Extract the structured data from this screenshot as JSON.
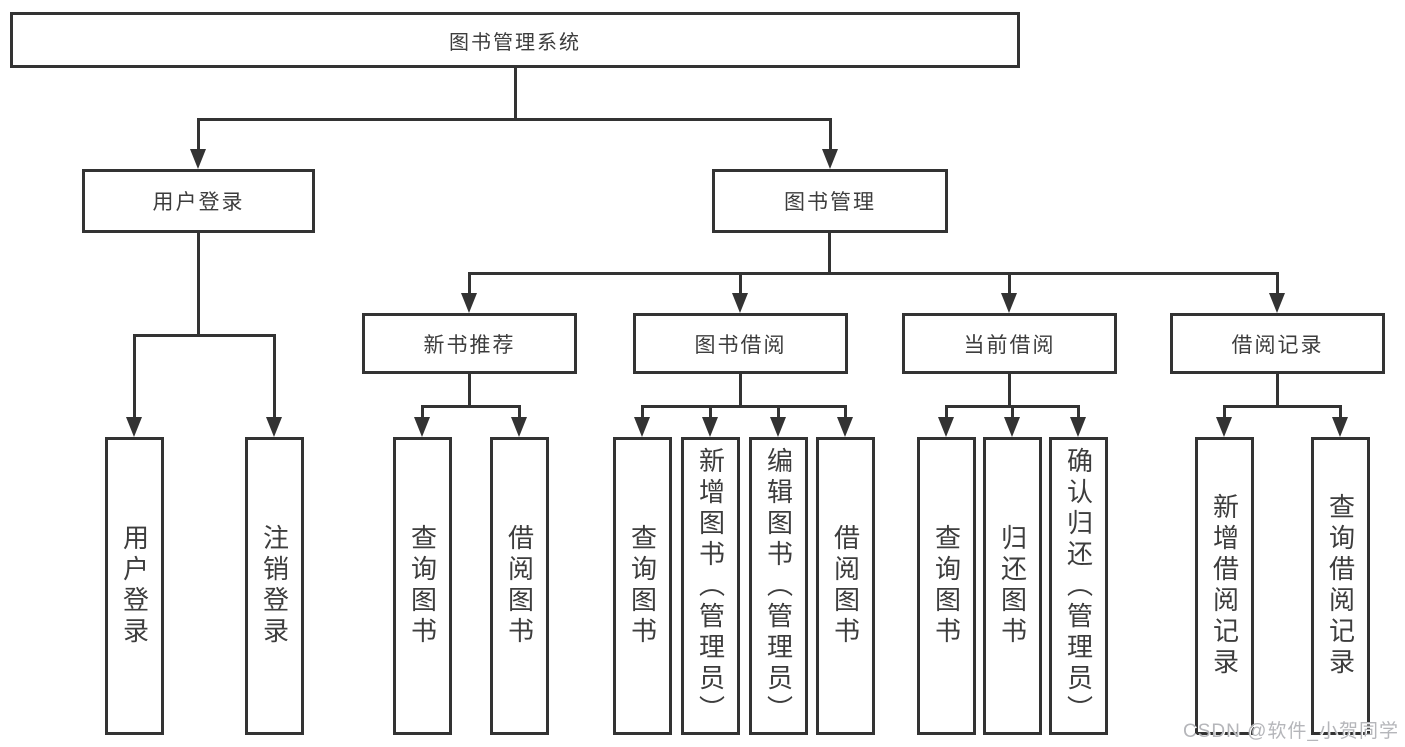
{
  "tree": {
    "label": "图书管理系统",
    "children": [
      {
        "label": "用户登录",
        "children": [
          {
            "label": "用户登录"
          },
          {
            "label": "注销登录"
          }
        ]
      },
      {
        "label": "图书管理",
        "children": [
          {
            "label": "新书推荐",
            "children": [
              {
                "label": "查询图书"
              },
              {
                "label": "借阅图书"
              }
            ]
          },
          {
            "label": "图书借阅",
            "children": [
              {
                "label": "查询图书"
              },
              {
                "label": "新增图书（管理员）"
              },
              {
                "label": "编辑图书（管理员）"
              },
              {
                "label": "借阅图书"
              }
            ]
          },
          {
            "label": "当前借阅",
            "children": [
              {
                "label": "查询图书"
              },
              {
                "label": "归还图书"
              },
              {
                "label": "确认归还（管理员）"
              }
            ]
          },
          {
            "label": "借阅记录",
            "children": [
              {
                "label": "新增借阅记录"
              },
              {
                "label": "查询借阅记录"
              }
            ]
          }
        ]
      }
    ]
  },
  "watermark": {
    "text": "CSDN @软件_小贺同学"
  },
  "colors": {
    "line": "#333333",
    "text": "#3d3d3d",
    "background": "#ffffff",
    "watermark": "#b5b6ba"
  }
}
